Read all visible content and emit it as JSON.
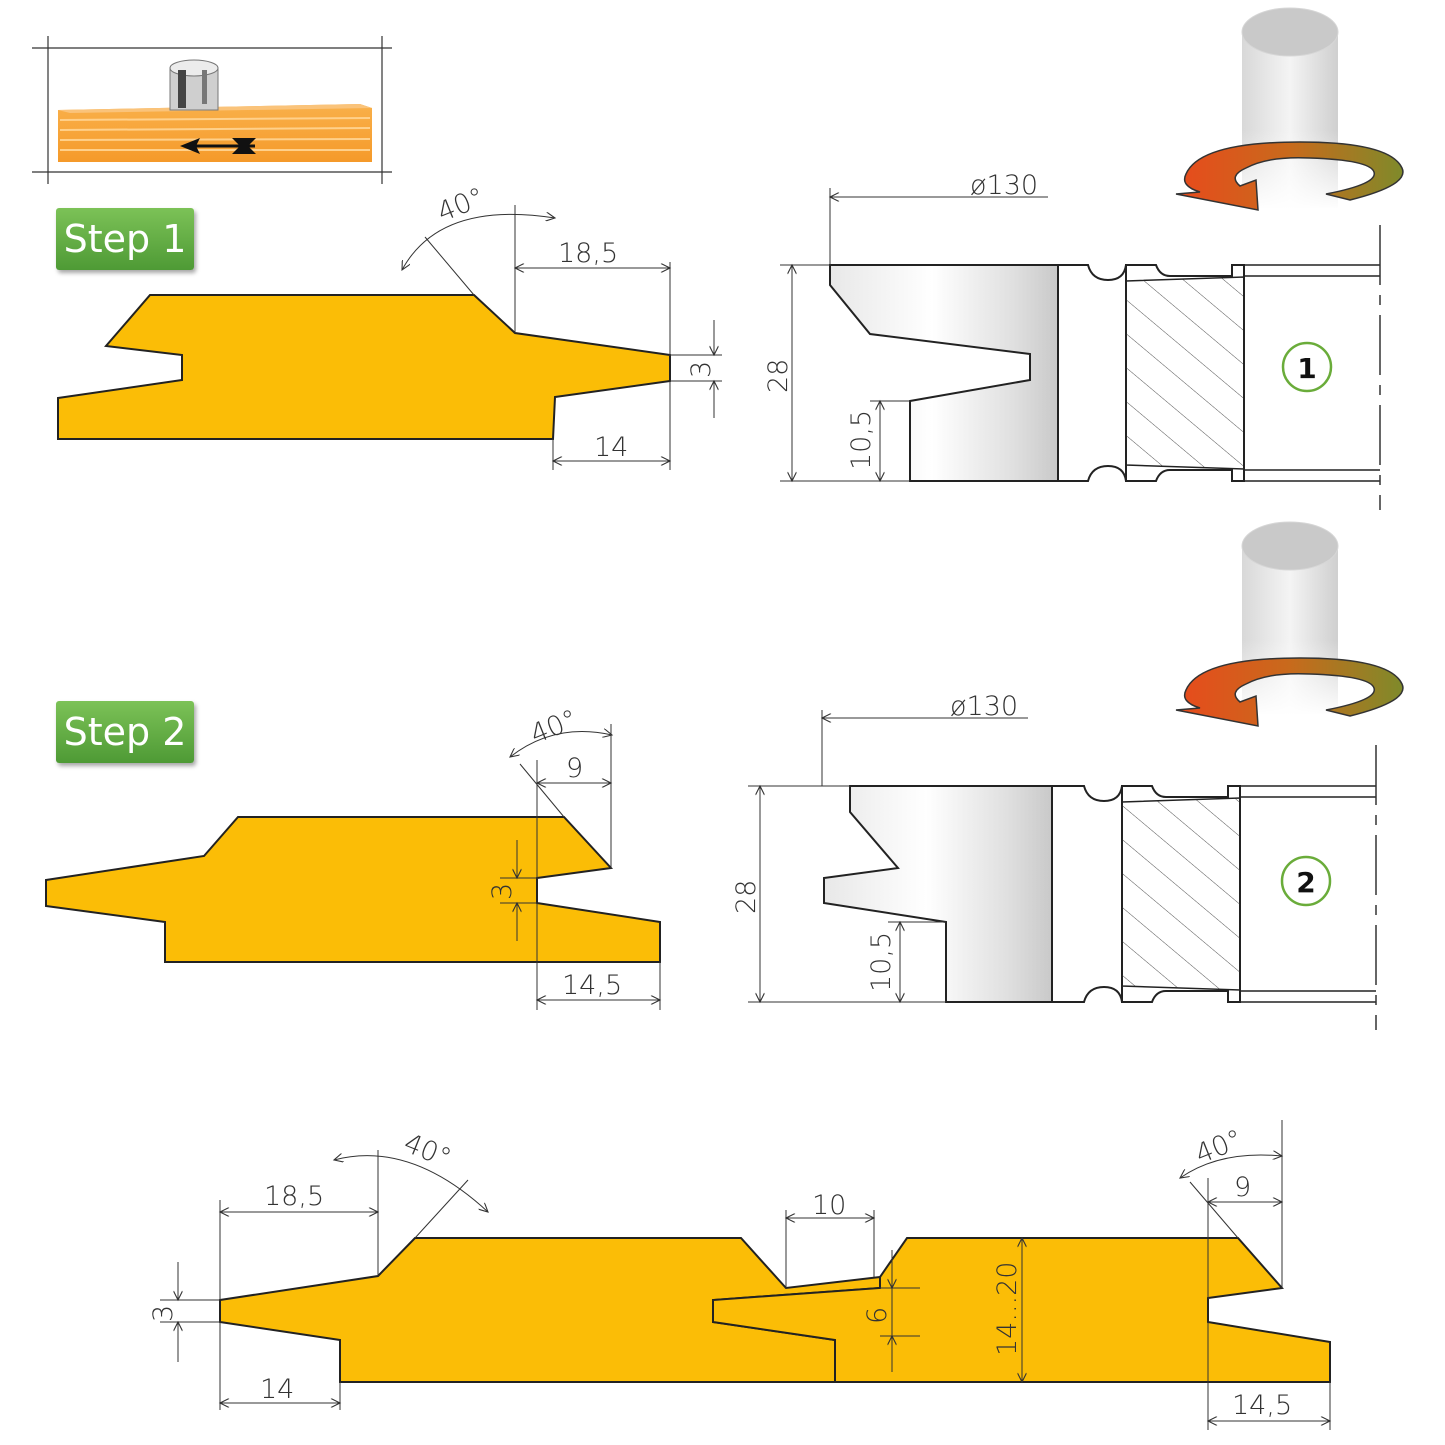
{
  "steps": {
    "step1": "Step 1",
    "step2": "Step 2"
  },
  "step1_profile": {
    "angle": "40°",
    "top_width": "18,5",
    "tip": "3",
    "bottom_width": "14"
  },
  "cutter1": {
    "diameter": "ø130",
    "height": "28",
    "lower": "10,5",
    "number": "1"
  },
  "step2_profile": {
    "angle": "40°",
    "top_width": "9",
    "groove": "3",
    "bottom_width": "14,5"
  },
  "cutter2": {
    "diameter": "ø130",
    "height": "28",
    "lower": "10,5",
    "number": "2"
  },
  "joint": {
    "angle_left": "40°",
    "left_top": "18,5",
    "tip": "3",
    "left_bottom": "14",
    "groove_width": "10",
    "groove_depth": "6",
    "thickness": "14...20",
    "angle_right": "40°",
    "right_top": "9",
    "right_bottom": "14,5"
  },
  "colors": {
    "wood": "#fbbd06",
    "badge": "#5aa63c",
    "circle": "#6aac3a",
    "arrow_red": "#e04a1a",
    "arrow_olive": "#8d8a2a"
  },
  "icons": [
    "router-bit-icon",
    "direction-arrow-icon",
    "spindle-icon",
    "rotation-arrow-icon"
  ]
}
